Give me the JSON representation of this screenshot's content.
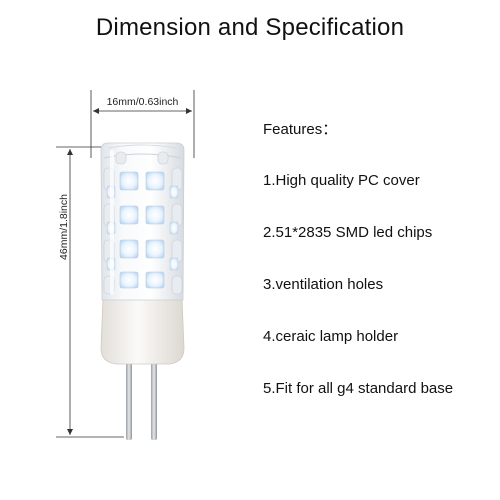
{
  "title": "Dimension and Specification",
  "dimensions": {
    "width_label": "16mm/0.63inch",
    "height_label": "46mm/1.8inch"
  },
  "features": {
    "heading": "Features：",
    "items": [
      "1.High quality PC cover",
      "2.51*2835 SMD led chips",
      "3.ventilation holes",
      "4.ceraic lamp holder",
      "5.Fit for all g4 standard base"
    ]
  },
  "colors": {
    "text": "#111111",
    "led_light": "#eef6ff",
    "led_glow": "#cfe6ff",
    "ceramic": "#f4f2ee",
    "pin": "#b9bec4"
  }
}
